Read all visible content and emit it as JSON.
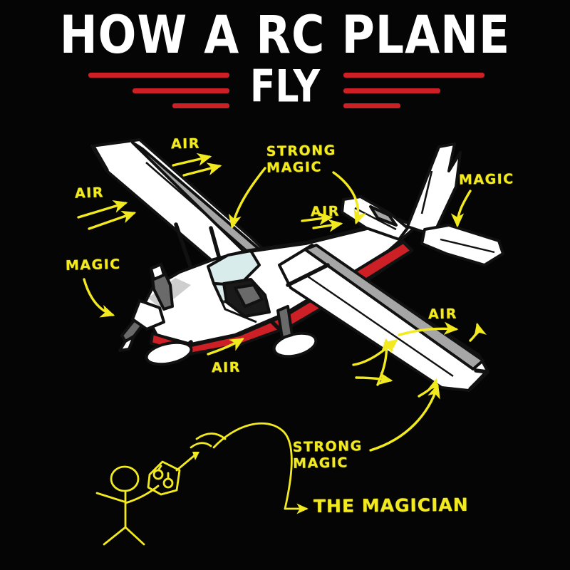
{
  "poster": {
    "background_color": "#050505",
    "title_line1": "HOW A RC PLANE",
    "title_line2": "FLY",
    "title_color": "#ffffff",
    "rule_color": "#cc2026"
  },
  "palette": {
    "yellow": "#f2ea1e",
    "red": "#cc2026",
    "white": "#ffffff",
    "gray": "#9a9a9a",
    "dark_gray": "#5f5f5f",
    "glass_blue": "#d8ecec",
    "outline": "#111111"
  },
  "annotations": {
    "air_top_left": "AIR",
    "air_top": "AIR",
    "magic_left": "MAGIC",
    "strong_magic_top": "STRONG\nMAGIC",
    "air_mid": "AIR",
    "magic_right": "MAGIC",
    "air_bottom": "AIR",
    "air_right": "AIR",
    "strong_magic_bottom": "STRONG\nMAGIC",
    "magician": "THE MAGICIAN"
  },
  "subject": {
    "aircraft": "high-wing single-engine propeller plane",
    "livery": "white with red fuselage stripe",
    "operator": "stick figure holding rc transmitter"
  }
}
